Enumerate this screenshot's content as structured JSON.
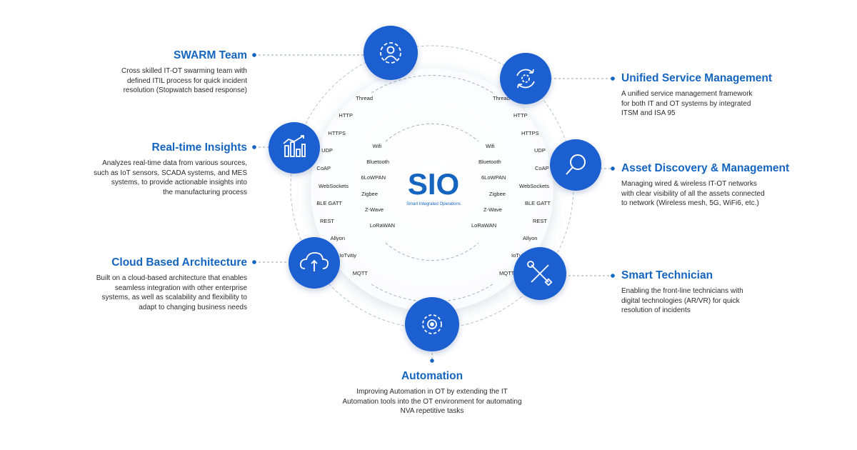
{
  "center": {
    "title": "SIO",
    "subtitle": "Smart Integrated Operations"
  },
  "protocols": {
    "outer_left": [
      "Thread",
      "HTTP",
      "HTTPS",
      "UDP",
      "CoAP",
      "WebSockets",
      "BLE GATT",
      "REST",
      "Allyon",
      "IoTvitiy",
      "MQTT"
    ],
    "outer_right": [
      "Thread",
      "HTTP",
      "HTTPS",
      "UDP",
      "CoAP",
      "WebSockets",
      "BLE GATT",
      "REST",
      "Allyon",
      "IoTvitiy",
      "MQTT"
    ],
    "inner_left": [
      "Wifi",
      "Bluetooth",
      "6LoWPAN",
      "Zigbee",
      "Z-Wave",
      "LoRaWAN"
    ],
    "inner_right": [
      "Wifi",
      "Bluetooth",
      "6LoWPAN",
      "Zigbee",
      "Z-Wave",
      "LoRaWAN"
    ]
  },
  "features": {
    "swarm": {
      "title": "SWARM Team",
      "desc": [
        "Cross skilled IT-OT swarming team with",
        "defined ITIL process for quick incident",
        "resolution (Stopwatch based response)"
      ],
      "icon": "team-gear-icon"
    },
    "unified": {
      "title": "Unified Service Management",
      "desc": [
        "A unified service management framework",
        "for both IT and OT systems by integrated",
        "ITSM and ISA 95"
      ],
      "icon": "service-cycle-icon"
    },
    "realtime": {
      "title": "Real-time Insights",
      "desc": [
        "Analyzes real-time data from various sources,",
        "such as IoT sensors, SCADA systems, and MES",
        "systems, to provide actionable insights into",
        "the manufacturing process"
      ],
      "icon": "bar-chart-icon"
    },
    "asset": {
      "title": "Asset Discovery & Management",
      "desc": [
        "Managing wired & wireless IT-OT networks",
        "with clear visibility of all the assets connected",
        "to network (Wireless mesh, 5G, WiFi6, etc.)"
      ],
      "icon": "magnifier-icon"
    },
    "cloud": {
      "title": "Cloud Based Architecture",
      "desc": [
        "Built on a cloud-based architecture that enables",
        "seamless integration with other enterprise",
        "systems, as well as scalability and flexibility to",
        "adapt to changing business needs"
      ],
      "icon": "cloud-upload-icon"
    },
    "technician": {
      "title": "Smart Technician",
      "desc": [
        "Enabling the front-line technicians with",
        "digital technologies (AR/VR) for quick",
        "resolution of incidents"
      ],
      "icon": "wrench-screwdriver-icon"
    },
    "automation": {
      "title": "Automation",
      "desc": [
        "Improving Automation in OT by extending the IT",
        "Automation tools into the OT environment for automating",
        "NVA repetitive tasks"
      ],
      "icon": "automation-gear-icon"
    }
  },
  "colors": {
    "accent": "#1565c0",
    "node": "#1a5fd0",
    "line": "#9aa3ad"
  }
}
